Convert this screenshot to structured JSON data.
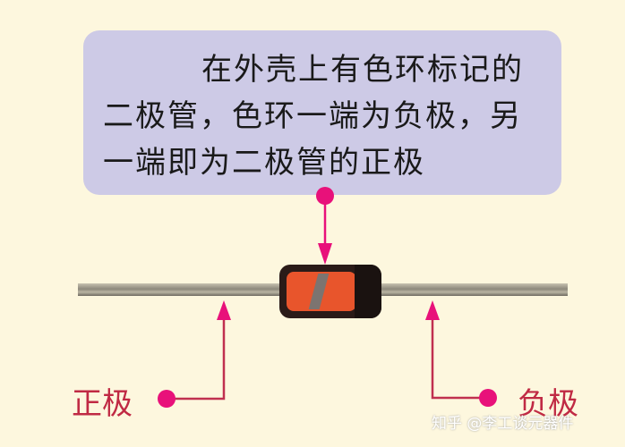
{
  "callout": {
    "line1": "在外壳上有色环标记的",
    "line2": "二极管，色环一端为负极，另",
    "line3": "一端即为二极管的正极"
  },
  "labels": {
    "anode": "正极",
    "cathode": "负极"
  },
  "watermark": "知乎 @李工谈元器件",
  "colors": {
    "background": "#fdf7de",
    "bubble": "#cdcae6",
    "pointer": "#e8117a",
    "label_text": "#c02a44",
    "diode_body": "#e8552c"
  }
}
